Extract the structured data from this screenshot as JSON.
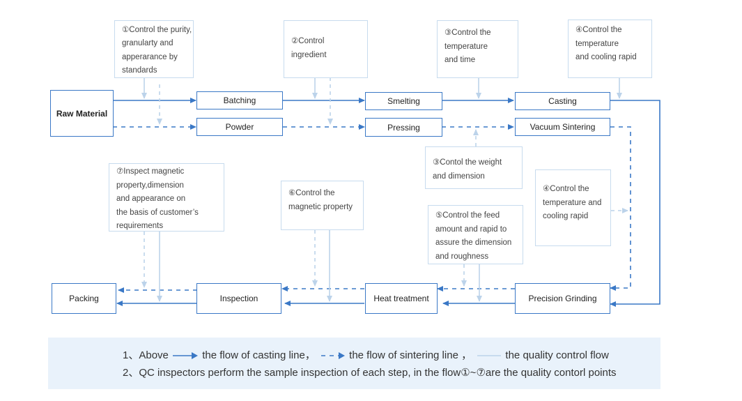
{
  "colors": {
    "casting_line": "#3a78c6",
    "sintering_line": "#3a78c6",
    "quality_control": "#c7dbee",
    "legend_bg": "#e9f2fb"
  },
  "nodes": {
    "raw_material": "Raw Material",
    "batching": "Batching",
    "powder": "Powder",
    "smelting": "Smelting",
    "pressing": "Pressing",
    "casting": "Casting",
    "vacuum_sintering": "Vacuum Sintering",
    "precision_grinding": "Precision Grinding",
    "heat_treatment": "Heat treatment",
    "inspection": "Inspection",
    "packing": "Packing"
  },
  "qc_points": {
    "qc1": [
      "①Control the purity,",
      "granularty and",
      "apperarance by",
      "standards"
    ],
    "qc2": [
      "②Control",
      "ingredient"
    ],
    "qc3": [
      "③Control the",
      "temperature",
      "and time"
    ],
    "qc4": [
      "④Control the",
      "temperature",
      "and cooling rapid"
    ],
    "qc3b": [
      "③Contol the weight",
      "and dimension"
    ],
    "qc4b": [
      "④Control the",
      "temperature and",
      "cooling rapid"
    ],
    "qc5": [
      "⑤Control the feed",
      "amount and rapid to",
      "assure the dimension",
      "and roughness"
    ],
    "qc6": [
      "⑥Control the",
      "magnetic property"
    ],
    "qc7": [
      "⑦Inspect magnetic",
      "property,dimension",
      "and appearance on",
      "the basis of customer’s",
      "requirements"
    ]
  },
  "legend": {
    "row1_prefix": "1、Above",
    "row1_casting": "the flow of casting line，",
    "row1_sintering": "the flow of sintering line  ，",
    "row1_qc": "the quality control flow",
    "row2": "2、QC inspectors perform the sample inspection of each step, in the flow①~⑦are the quality contorl points"
  }
}
